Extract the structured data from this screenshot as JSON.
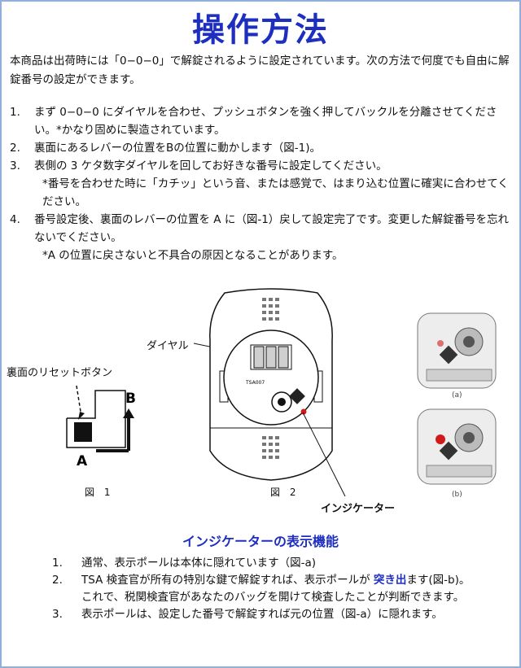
{
  "title": "操作方法",
  "intro": "本商品は出荷時には「0−0−0」で解錠されるように設定されています。次の方法で何度でも自由に解錠番号の設定ができます。",
  "steps": [
    {
      "num": "1.",
      "text": "まず 0−0−0 にダイヤルを合わせ、プッシュボタンを強く押してバックルを分離させてください。*かなり固めに製造されています。"
    },
    {
      "num": "2.",
      "text": "裏面にあるレバーの位置をBの位置に動かします（図-1)。"
    },
    {
      "num": "3.",
      "text": "表側の 3 ケタ数字ダイヤルを回してお好きな番号に設定してください。",
      "note": "*番号を合わせた時に「カチッ」という音、または感覚で、はまり込む位置に確実に合わせてください。"
    },
    {
      "num": "4.",
      "text": "番号設定後、裏面のレバーの位置を A に（図-1）戻して設定完了です。変更した解錠番号を忘れないでください。",
      "note": "*A の位置に戻さないと不具合の原因となることがあります。"
    }
  ],
  "figures": {
    "reset_button_label": "裏面のリセットボタン",
    "lever_a": "A",
    "lever_b": "B",
    "fig1_caption": "図 1",
    "dial_label": "ダイヤル",
    "fig2_caption": "図 2",
    "indicator_label": "インジケーター",
    "lock_model_text": "TSA007",
    "photo_a_caption": "(a)",
    "photo_b_caption": "(b)"
  },
  "indicator_section": {
    "heading": "インジケーターの表示機能",
    "items": [
      {
        "num": "1.",
        "text": "通常、表示ポールは本体に隠れています（図-a)"
      },
      {
        "num": "2.",
        "text_before": "TSA 検査官が所有の特別な鍵で解錠すれば、表示ポールが ",
        "highlight": "突き出",
        "text_after": "ます(図-b)。これで、税関検査官があなたのバッグを開けて検査したことが判断できます。"
      },
      {
        "num": "3.",
        "text": "表示ポールは、設定した番号で解錠すれば元の位置（図-a）に隠れます。"
      }
    ]
  },
  "colors": {
    "title": "#1e2fc0",
    "border": "#8fb0d8",
    "indicator_red": "#d11a1a"
  }
}
